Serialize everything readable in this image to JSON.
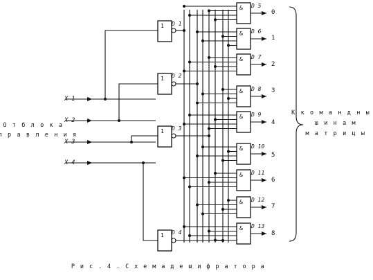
{
  "source": {
    "lines": [
      "О т  б л о к а",
      "у п р а в л е н и я"
    ]
  },
  "inputs": [
    "X 1",
    "X 2",
    "X 3",
    "X 4"
  ],
  "inverters": [
    {
      "name": "D 1",
      "symbol": "1"
    },
    {
      "name": "D 2",
      "symbol": "1"
    },
    {
      "name": "D 3",
      "symbol": "1"
    },
    {
      "name": "D 4",
      "symbol": "1"
    }
  ],
  "and_gates": [
    {
      "name": "D 5",
      "symbol": "&",
      "output": "0"
    },
    {
      "name": "D 6",
      "symbol": "&",
      "output": "1"
    },
    {
      "name": "D 7",
      "symbol": "&",
      "output": "2"
    },
    {
      "name": "D 8",
      "symbol": "&",
      "output": "3"
    },
    {
      "name": "D 9",
      "symbol": "&",
      "output": "4"
    },
    {
      "name": "D 10",
      "symbol": "&",
      "output": "5"
    },
    {
      "name": "D 11",
      "symbol": "&",
      "output": "6"
    },
    {
      "name": "D 12",
      "symbol": "&",
      "output": "7"
    },
    {
      "name": "D 13",
      "symbol": "&",
      "output": "8"
    }
  ],
  "destination": {
    "lines": [
      "К  к о м а н д н ы м",
      "ш и н а м",
      "м а т р и ц ы"
    ]
  },
  "caption": "Р и с . 4 . С х е м а  д е ш и ф р а т о р а"
}
